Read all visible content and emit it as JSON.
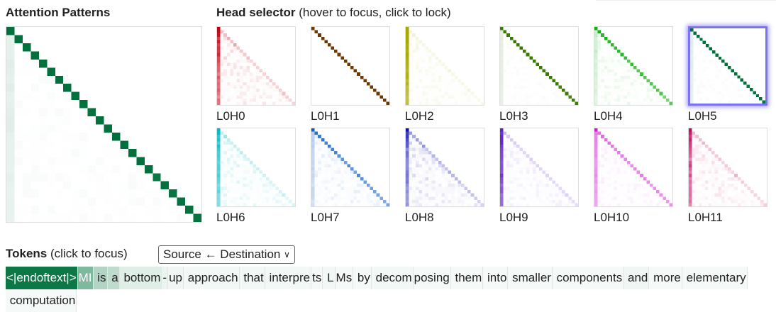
{
  "main_title": "Attention Patterns",
  "selector": {
    "title": "Head selector",
    "hint": "(hover to focus, click to lock)",
    "locked_head": 5
  },
  "tokens_title": "Tokens",
  "tokens_hint": "(click to focus)",
  "direction_select": {
    "value": "Source ← Destination",
    "icon": "chevron-down-icon"
  },
  "heads": [
    {
      "label": "L0H0",
      "color": "#c0000f",
      "diag": 0.15,
      "first": 0.55,
      "noise": 0.25
    },
    {
      "label": "L0H1",
      "color": "#6b3a00",
      "diag": 1.0,
      "first": 0.0,
      "noise": 0.0
    },
    {
      "label": "L0H2",
      "color": "#a8a800",
      "diag": 0.05,
      "first": 0.5,
      "noise": 0.1
    },
    {
      "label": "L0H3",
      "color": "#3a7a00",
      "diag": 0.9,
      "first": 0.1,
      "noise": 0.05
    },
    {
      "label": "L0H4",
      "color": "#10b010",
      "diag": 0.75,
      "first": 0.15,
      "noise": 0.2
    },
    {
      "label": "L0H5",
      "color": "#00703c",
      "diag": 0.9,
      "first": 0.08,
      "noise": 0.05
    },
    {
      "label": "L0H6",
      "color": "#00b8c0",
      "diag": 0.1,
      "first": 0.4,
      "noise": 0.2
    },
    {
      "label": "L0H7",
      "color": "#1060c8",
      "diag": 0.45,
      "first": 0.15,
      "noise": 0.15
    },
    {
      "label": "L0H8",
      "color": "#1010b0",
      "diag": 0.15,
      "first": 0.3,
      "noise": 0.2
    },
    {
      "label": "L0H9",
      "color": "#6020c8",
      "diag": 0.1,
      "first": 0.45,
      "noise": 0.1
    },
    {
      "label": "L0H10",
      "color": "#d020d0",
      "diag": 0.35,
      "first": 0.3,
      "noise": 0.1
    },
    {
      "label": "L0H11",
      "color": "#c01060",
      "diag": 0.1,
      "first": 0.35,
      "noise": 0.15
    }
  ],
  "tokens": [
    {
      "text": "<|endoftext|>",
      "weight": 0.95
    },
    {
      "text": "MI",
      "weight": 0.5
    },
    {
      "text": " is",
      "weight": 0.3
    },
    {
      "text": " a",
      "weight": 0.25
    },
    {
      "text": " bottom",
      "weight": 0.12
    },
    {
      "text": "-",
      "weight": 0.08
    },
    {
      "text": "up",
      "weight": 0.06
    },
    {
      "text": " approach",
      "weight": 0.05
    },
    {
      "text": " that",
      "weight": 0.05
    },
    {
      "text": " interpre",
      "weight": 0.05
    },
    {
      "text": "ts",
      "weight": 0.04
    },
    {
      "text": " L",
      "weight": 0.05
    },
    {
      "text": "Ms",
      "weight": 0.04
    },
    {
      "text": " by",
      "weight": 0.04
    },
    {
      "text": " decom",
      "weight": 0.05
    },
    {
      "text": "posing",
      "weight": 0.04
    },
    {
      "text": " them",
      "weight": 0.04
    },
    {
      "text": " into",
      "weight": 0.04
    },
    {
      "text": " smaller",
      "weight": 0.04
    },
    {
      "text": " components",
      "weight": 0.04
    },
    {
      "text": " and",
      "weight": 0.06
    },
    {
      "text": " more",
      "weight": 0.04
    },
    {
      "text": " elementary",
      "weight": 0.04
    },
    {
      "text": " computation",
      "weight": 0.04
    }
  ]
}
